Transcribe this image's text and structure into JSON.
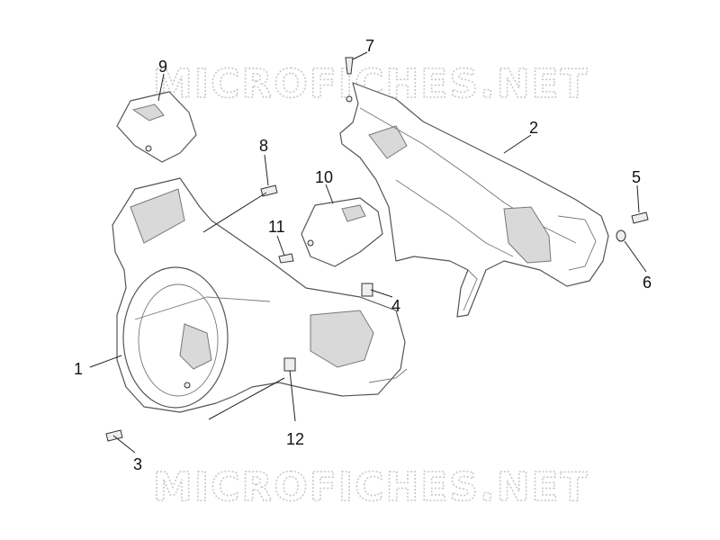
{
  "watermark": {
    "top": "MICROFICHES.NET",
    "bottom": "MICROFICHES.NET"
  },
  "callouts": {
    "c1": "1",
    "c2": "2",
    "c3": "3",
    "c4": "4",
    "c5": "5",
    "c6": "6",
    "c7": "7",
    "c8": "8",
    "c9": "9",
    "c10": "10",
    "c11": "11",
    "c12": "12"
  }
}
